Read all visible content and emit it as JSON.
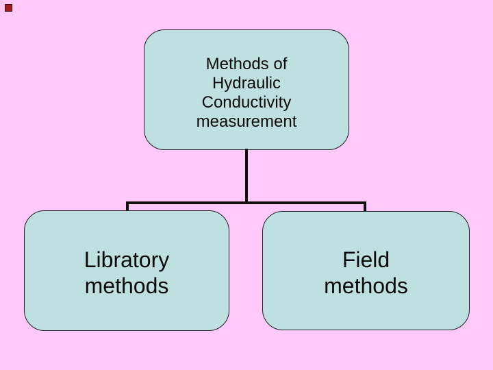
{
  "colors": {
    "background": "#ffc9f9",
    "node_fill": "#bee0e0",
    "node_border": "#1f1f26",
    "connector": "#0f0f0f",
    "text": "#0a0a0a",
    "bullet": "#a11d1d",
    "bullet_edge": "#4a0c0c"
  },
  "diagram": {
    "root": {
      "label": "Methods of\nHydraulic\nConductivity\nmeasurement"
    },
    "children": [
      {
        "label": "Libratory\nmethods"
      },
      {
        "label": "Field\nmethods"
      }
    ]
  }
}
